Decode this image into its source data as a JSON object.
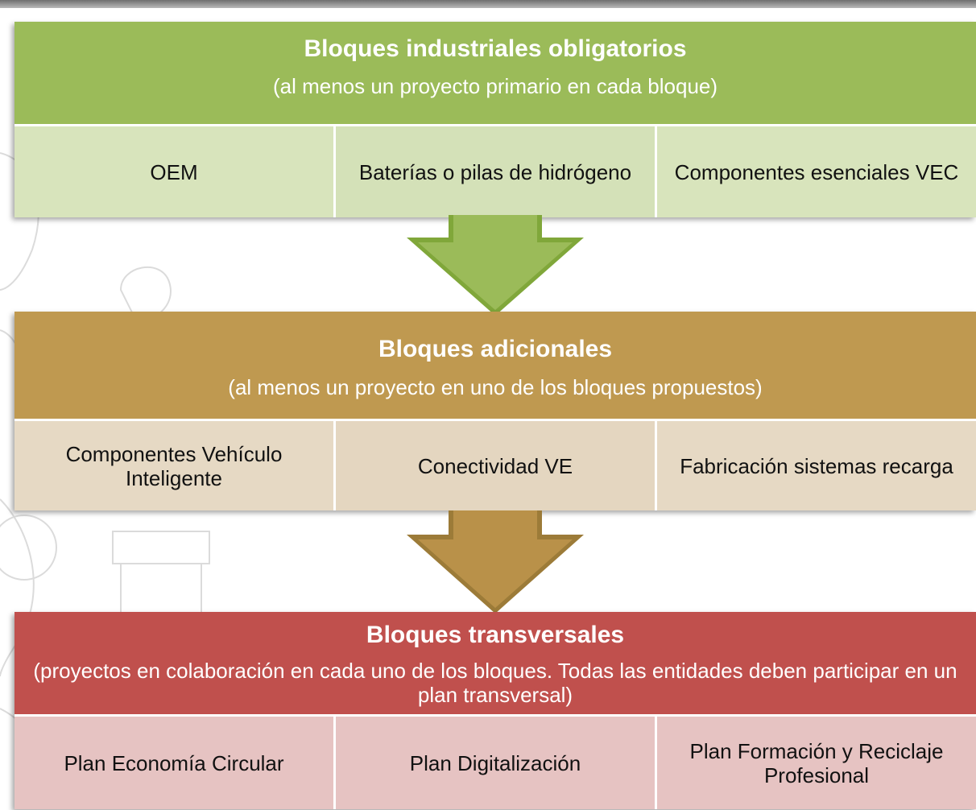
{
  "blocks": [
    {
      "title": "Bloques industriales obligatorios",
      "subtitle": "(al menos un proyecto primario en cada bloque)",
      "items": [
        "OEM",
        "Baterías o pilas de hidrógeno",
        "Componentes esenciales VEC"
      ]
    },
    {
      "title": "Bloques adicionales",
      "subtitle": "(al menos un proyecto en uno de los bloques propuestos)",
      "items": [
        "Componentes Vehículo Inteligente",
        "Conectividad VE",
        "Fabricación sistemas recarga"
      ]
    },
    {
      "title": "Bloques transversales",
      "subtitle": "(proyectos en colaboración en cada uno de los bloques. Todas las entidades deben participar en un plan transversal)",
      "items": [
        "Plan Economía Circular",
        "Plan Digitalización",
        "Plan Formación y Reciclaje Profesional"
      ]
    }
  ],
  "colors": {
    "block1": "#9bbb59",
    "block2": "#bf9950",
    "block3": "#c0504d"
  },
  "icons": {
    "arrow": "down-arrow-icon",
    "background": "coat-of-arms-watermark"
  }
}
